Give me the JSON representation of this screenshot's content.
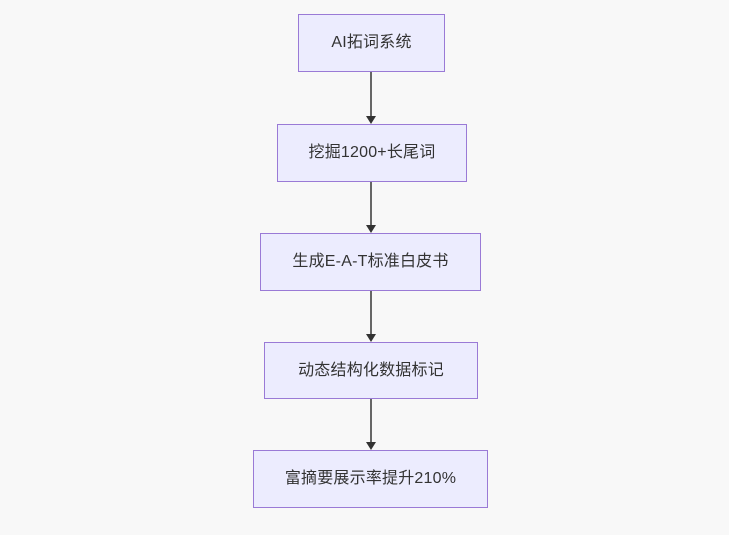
{
  "diagram": {
    "type": "flowchart",
    "direction": "top-to-bottom",
    "background_color": "#f8f8f8",
    "node_fill_color": "#ececfe",
    "node_border_color": "#9a7ad6",
    "node_text_color": "#333333",
    "connector_color": "#666666",
    "arrowhead_color": "#333333",
    "nodes": [
      {
        "id": "n1",
        "label": "AI拓词系统"
      },
      {
        "id": "n2",
        "label": "挖掘1200+长尾词"
      },
      {
        "id": "n3",
        "label": "生成E-A-T标准白皮书"
      },
      {
        "id": "n4",
        "label": "动态结构化数据标记"
      },
      {
        "id": "n5",
        "label": "富摘要展示率提升210%"
      }
    ],
    "edges": [
      {
        "from": "n1",
        "to": "n2",
        "label": ""
      },
      {
        "from": "n2",
        "to": "n3",
        "label": ""
      },
      {
        "from": "n3",
        "to": "n4",
        "label": ""
      },
      {
        "from": "n4",
        "to": "n5",
        "label": ""
      }
    ]
  }
}
